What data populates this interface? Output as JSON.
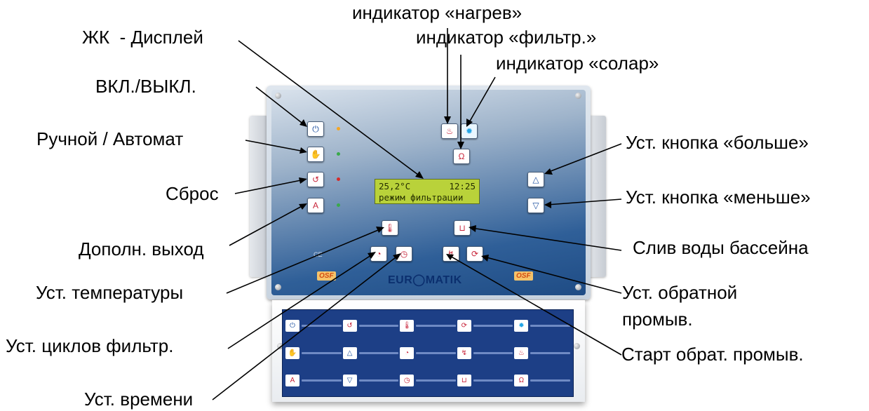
{
  "callouts": {
    "heat_indicator": "индикатор «нагрев»",
    "filter_indicator": "индикатор «фильтр.»",
    "solar_indicator": "индикатор «солар»",
    "lcd_display": "ЖК  - Дисплей",
    "on_off": "ВКЛ./ВЫКЛ.",
    "manual_auto": "Ручной / Автомат",
    "reset": "Сброс",
    "aux_output": "Дополн. выход",
    "set_temperature": "Уст. температуры",
    "set_filter_cycles": "Уст. циклов фильтр.",
    "set_time": "Уст. времени",
    "plus_button": "Уст. кнопка «больше»",
    "minus_button": "Уст. кнопка «меньше»",
    "pool_drain": "Слив воды бассейна",
    "set_backwash_1": "Уст. обратной",
    "set_backwash_2": "промыв.",
    "start_backwash": "Старт обрат. промыв."
  },
  "lcd": {
    "temperature": "25,2°C",
    "time": "12:25",
    "mode": "режим фильтрации"
  },
  "device": {
    "brand": "EUR◯MATIK"
  },
  "icons": {
    "power": "power-icon",
    "manual": "hand-icon",
    "reset": "reset-icon",
    "aux": "aux-output-icon",
    "heat": "heat-indicator-icon",
    "solar": "sun-icon",
    "filter_pump": "filter-pump-icon",
    "up": "triangle-up-icon",
    "down": "triangle-down-icon",
    "thermometer": "thermometer-icon",
    "drain": "drain-icon",
    "filter_timer": "filter-timer-icon",
    "clock": "clock-icon",
    "backwash_start": "backwash-start-icon",
    "backwash_timer": "backwash-timer-icon"
  },
  "colors": {
    "panel_blue": "#2f5f98",
    "lcd_green": "#b9d23a",
    "led_orange": "#f5a623",
    "led_green": "#3aa94a",
    "led_red": "#d62b2b",
    "legend_blue": "#1d3f86"
  }
}
